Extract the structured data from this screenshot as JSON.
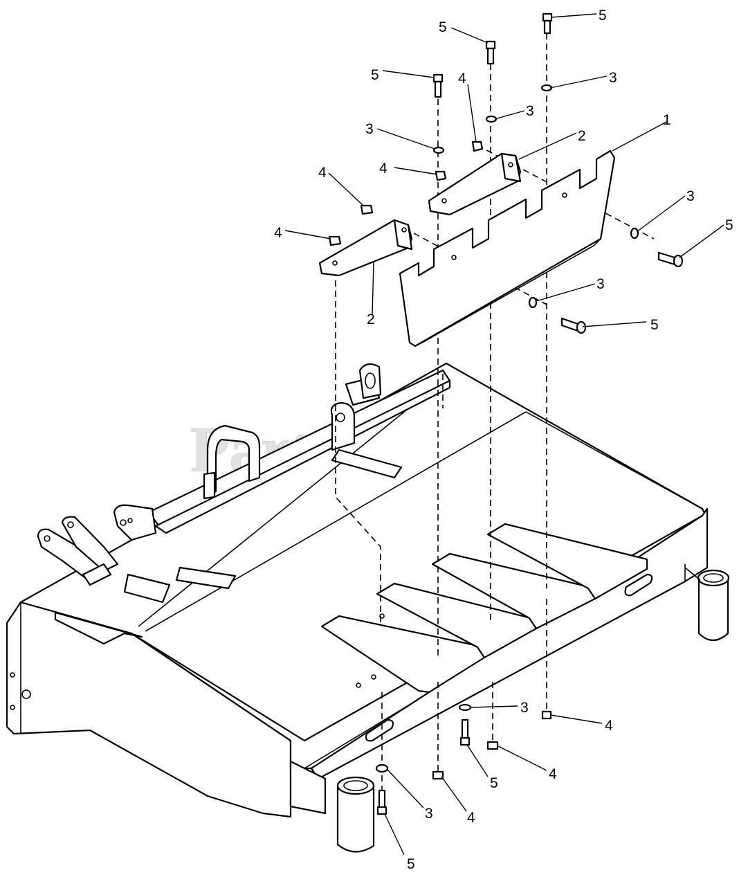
{
  "watermark": "PartsTree",
  "callouts": [
    {
      "id": "c1",
      "text": "1"
    },
    {
      "id": "c2a",
      "text": "2"
    },
    {
      "id": "c2b",
      "text": "2"
    },
    {
      "id": "c3a",
      "text": "3"
    },
    {
      "id": "c3b",
      "text": "3"
    },
    {
      "id": "c3c",
      "text": "3"
    },
    {
      "id": "c3d",
      "text": "3"
    },
    {
      "id": "c3e",
      "text": "3"
    },
    {
      "id": "c3f",
      "text": "3"
    },
    {
      "id": "c3g",
      "text": "3"
    },
    {
      "id": "c4a",
      "text": "4"
    },
    {
      "id": "c4b",
      "text": "4"
    },
    {
      "id": "c4c",
      "text": "4"
    },
    {
      "id": "c4d",
      "text": "4"
    },
    {
      "id": "c4e",
      "text": "4"
    },
    {
      "id": "c4f",
      "text": "4"
    },
    {
      "id": "c4g",
      "text": "4"
    },
    {
      "id": "c5a",
      "text": "5"
    },
    {
      "id": "c5b",
      "text": "5"
    },
    {
      "id": "c5c",
      "text": "5"
    },
    {
      "id": "c5d",
      "text": "5"
    },
    {
      "id": "c5e",
      "text": "5"
    },
    {
      "id": "c5f",
      "text": "5"
    },
    {
      "id": "c5g",
      "text": "5"
    }
  ]
}
